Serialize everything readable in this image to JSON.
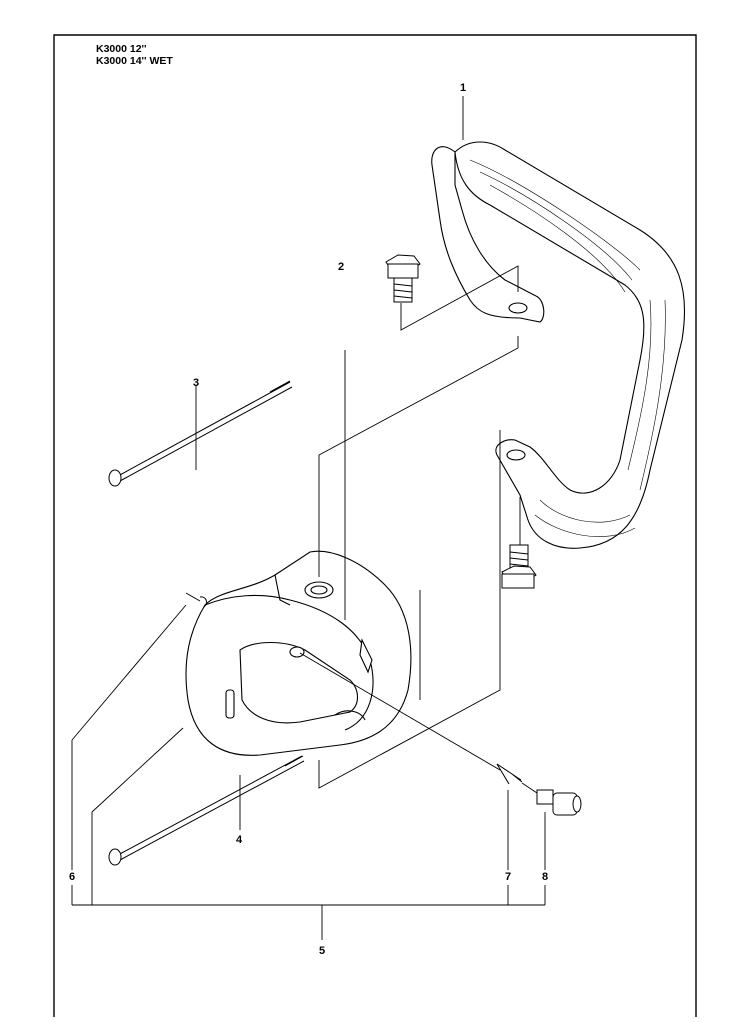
{
  "header": {
    "model_line_1": "K3000 12''",
    "model_line_2": "K3000 14'' WET"
  },
  "parts": [
    {
      "label": "1",
      "icon": "front-handle-icon"
    },
    {
      "label": "2",
      "icon": "hex-bolt-icon"
    },
    {
      "label": "3",
      "icon": "long-screw-icon"
    },
    {
      "label": "4",
      "icon": "long-screw-icon"
    },
    {
      "label": "5",
      "icon": "handle-housing-icon"
    },
    {
      "label": "6",
      "icon": "clip-icon"
    },
    {
      "label": "7",
      "icon": "spring-icon"
    },
    {
      "label": "8",
      "icon": "pin-icon"
    }
  ]
}
